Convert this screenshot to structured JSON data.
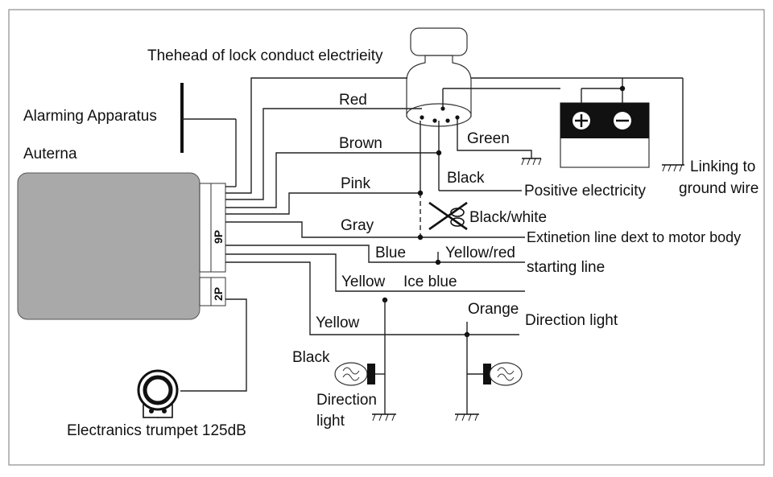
{
  "diagram": {
    "title": "Thehead of lock conduct electrieity",
    "alarm_label": "Alarming Apparatus",
    "antenna_label": "Auterna",
    "connector_9p": "9P",
    "connector_2p": "2P",
    "trumpet_label": "Electranics trumpet 125dB",
    "wires": {
      "red": "Red",
      "brown": "Brown",
      "pink": "Pink",
      "gray": "Gray",
      "blue": "Blue",
      "yellow_red": "Yellow/red",
      "yellow1": "Yellow",
      "ice_blue": "Ice blue",
      "yellow2": "Yellow",
      "green": "Green",
      "black": "Black",
      "black_white": "Black/white",
      "orange": "Orange",
      "black_left": "Black"
    },
    "right_labels": {
      "positive": "Positive electricity",
      "ground_1": "Linking to",
      "ground_2": "ground wire",
      "extinction": "Extinetion line dext to motor body",
      "starting": "starting line",
      "direction_right": "Direction light"
    },
    "left_lamp_1": "Direction",
    "left_lamp_2": "light"
  },
  "colors": {
    "box_fill": "#a9a9a9",
    "line": "#222222",
    "frame": "#8c8c8c"
  }
}
